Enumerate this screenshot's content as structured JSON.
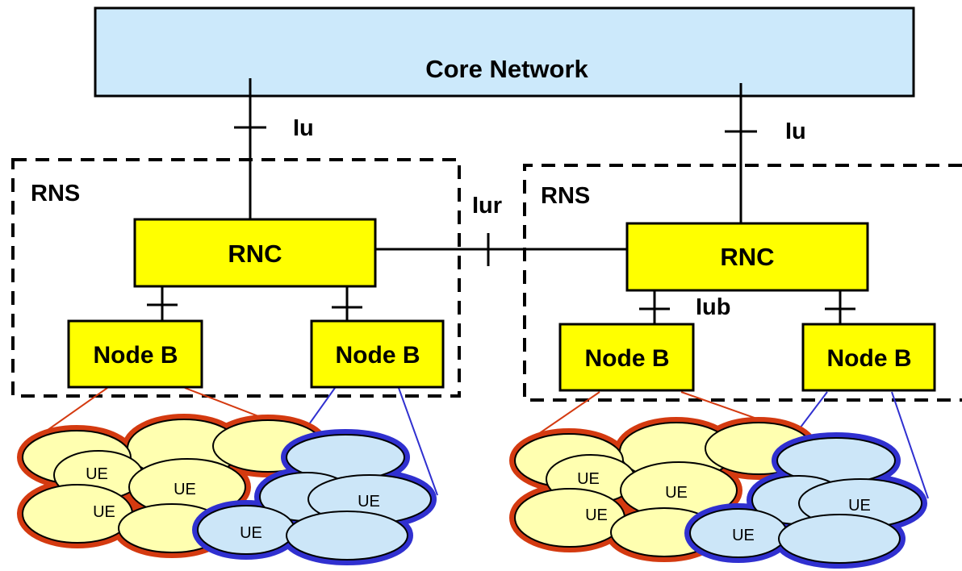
{
  "core_network": {
    "label": "Core Network",
    "color": "#cce9fb"
  },
  "interfaces": {
    "iu_left": "Iu",
    "iu_right": "Iu",
    "iur": "Iur",
    "iub": "Iub"
  },
  "rns_left": {
    "label": "RNS",
    "rnc": "RNC",
    "node_b_1": "Node B",
    "node_b_2": "Node B"
  },
  "rns_right": {
    "label": "RNS",
    "rnc": "RNC",
    "node_b_1": "Node B",
    "node_b_2": "Node B"
  },
  "ue_label": "UE",
  "colors": {
    "rnc_fill": "#ffff00",
    "cell_yellow_fill": "#ffffb0",
    "cell_yellow_border": "#d43a10",
    "cell_blue_fill": "#cce6f8",
    "cell_blue_border": "#3030d0"
  }
}
